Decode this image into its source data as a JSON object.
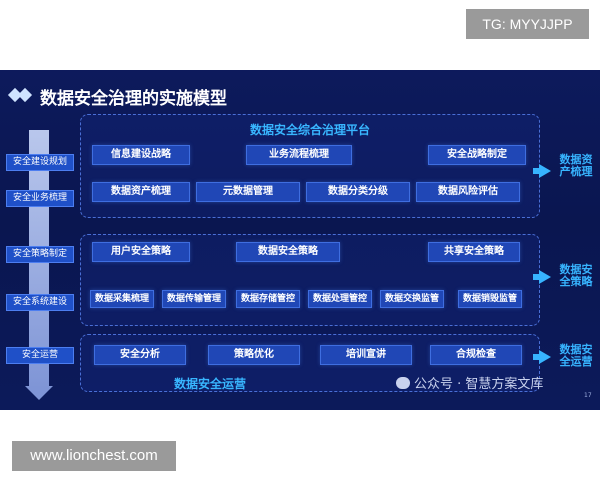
{
  "overlay": {
    "top_tag": "TG: MYYJJPP",
    "bottom_tag": "www.lionchest.com"
  },
  "slide": {
    "title": "数据安全治理的实施模型",
    "steps": [
      "安全建设规划",
      "安全业务梳理",
      "安全策略制定",
      "安全系统建设",
      "安全运营"
    ],
    "groups": {
      "platform": {
        "title": "数据安全综合治理平台",
        "row1": [
          "信息建设战略",
          "业务流程梳理",
          "安全战略制定"
        ],
        "row2": [
          "数据资产梳理",
          "元数据管理",
          "数据分类分级",
          "数据风险评估"
        ],
        "side_label": "数据资产梳理"
      },
      "policy": {
        "row1": [
          "用户安全策略",
          "数据安全策略",
          "共享安全策略"
        ],
        "row2": [
          "数据采集梳理",
          "数据传输管理",
          "数据存储管控",
          "数据处理管控",
          "数据交换监管",
          "数据销毁监管"
        ],
        "side_label": "数据安全策略"
      },
      "ops": {
        "title": "数据安全运营",
        "row1": [
          "安全分析",
          "策略优化",
          "培训宣讲",
          "合规检查"
        ],
        "side_label": "数据安全运营"
      }
    },
    "watermark": "公众号 · 智慧方案文库",
    "page_number": "17"
  }
}
